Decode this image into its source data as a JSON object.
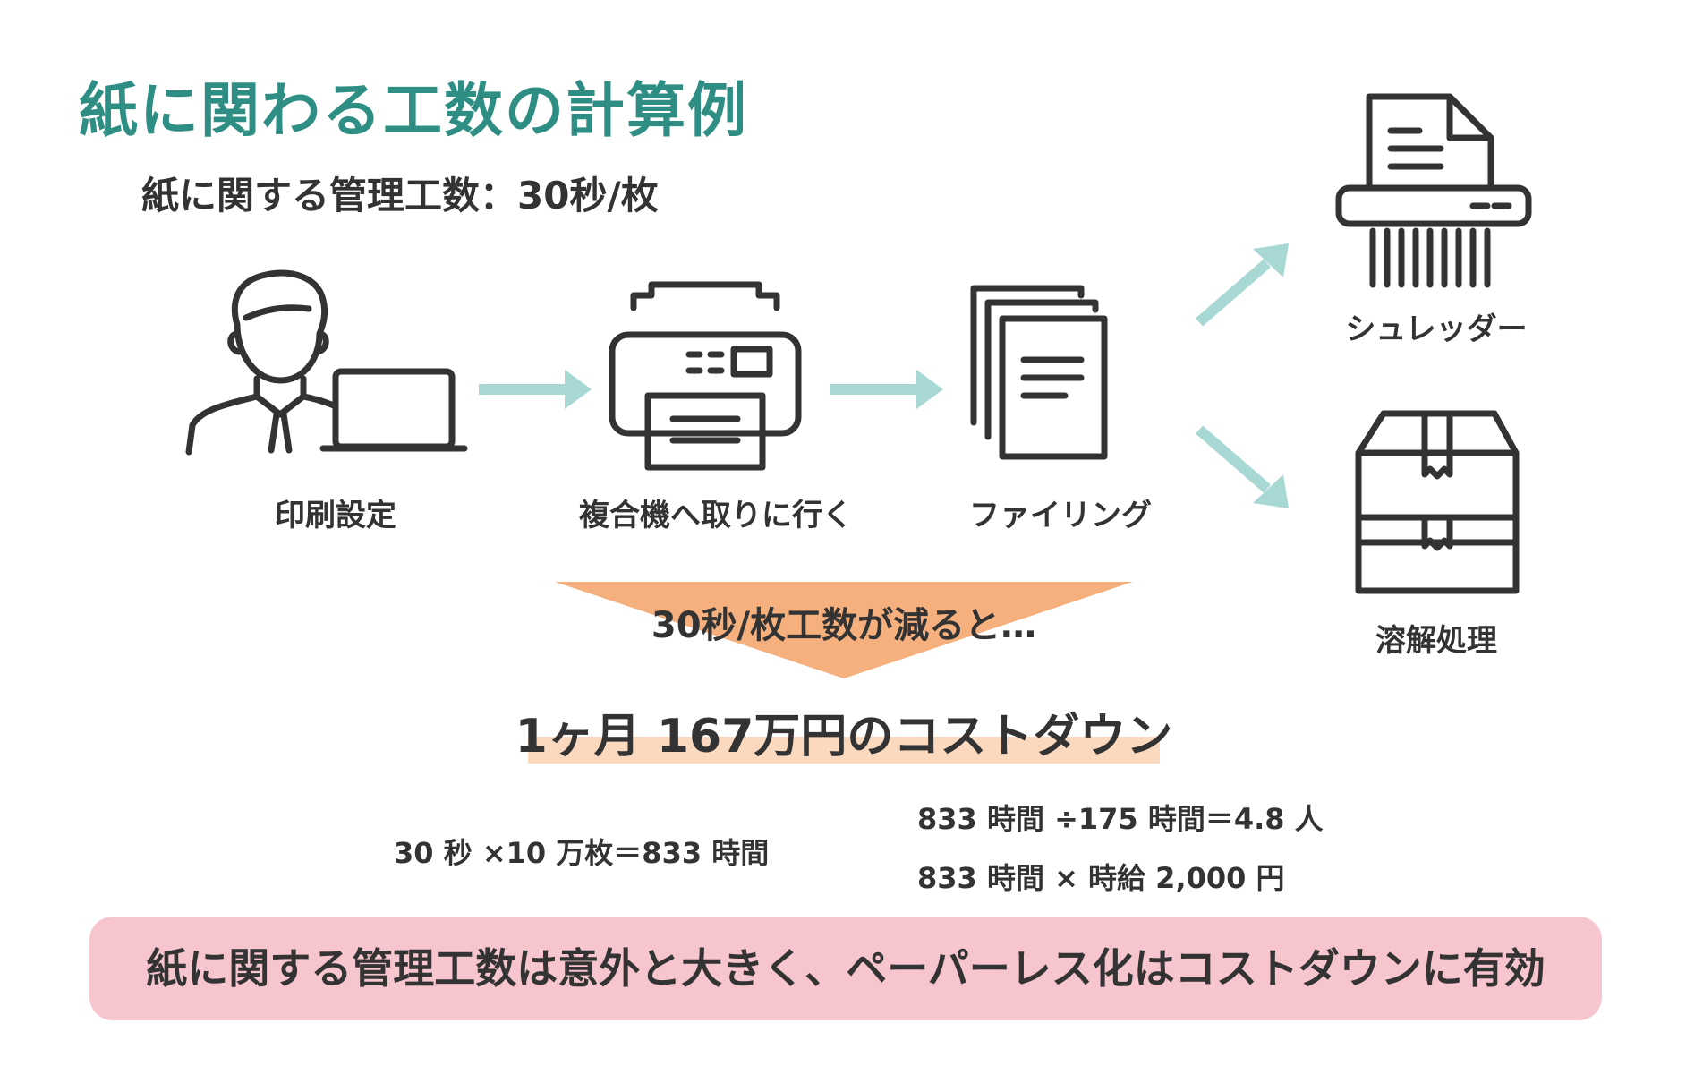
{
  "title": "紙に関わる工数の計算例",
  "subtitle": "紙に関する管理工数：30秒/枚",
  "steps": [
    {
      "label": "印刷設定",
      "icon": "person-laptop-icon"
    },
    {
      "label": "複合機へ取りに行く",
      "icon": "printer-icon"
    },
    {
      "label": "ファイリング",
      "icon": "documents-icon"
    }
  ],
  "outcomes": [
    {
      "label": "シュレッダー",
      "icon": "shredder-icon"
    },
    {
      "label": "溶解処理",
      "icon": "box-icon"
    }
  ],
  "banner": "30秒/枚工数が減ると…",
  "cost_result": "1ヶ月 167万円のコストダウン",
  "calculations": {
    "line1": "30 秒 ×10 万枚＝833 時間",
    "line2": "833 時間 ÷175 時間＝4.8 人",
    "line3": "833 時間 × 時給 2,000 円"
  },
  "conclusion": "紙に関する管理工数は意外と大きく、ペーパーレス化はコストダウンに有効",
  "colors": {
    "title": "#2f8e84",
    "arrow": "#a8d8d3",
    "banner": "#f5b07e",
    "highlight": "#fbd9bf",
    "conclusion_bg": "#f6c5cd",
    "icon_stroke": "#333333"
  }
}
